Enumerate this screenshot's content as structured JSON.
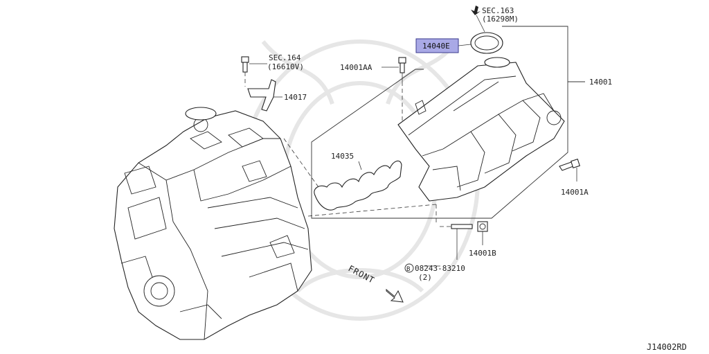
{
  "labels": {
    "sec163_line1": "SEC.163",
    "sec163_line2": "(16298M)",
    "part_14040e": "14040E",
    "sec164_line1": "SEC.164",
    "sec164_line2": "(16610V)",
    "part_14001aa": "14001AA",
    "part_14001": "14001",
    "part_14017": "14017",
    "part_14035": "14035",
    "part_14001a": "14001A",
    "part_14001b": "14001B",
    "bolt_symbol": "B",
    "bolt_part": "08243-83210",
    "bolt_qty": "(2)",
    "front": "FRONT",
    "diagram_code": "J14002RD"
  },
  "colors": {
    "highlight_fill": "#a9a9e6",
    "highlight_stroke": "#3a3a8c",
    "line": "#222222",
    "watermark": "#e6e6e6"
  }
}
